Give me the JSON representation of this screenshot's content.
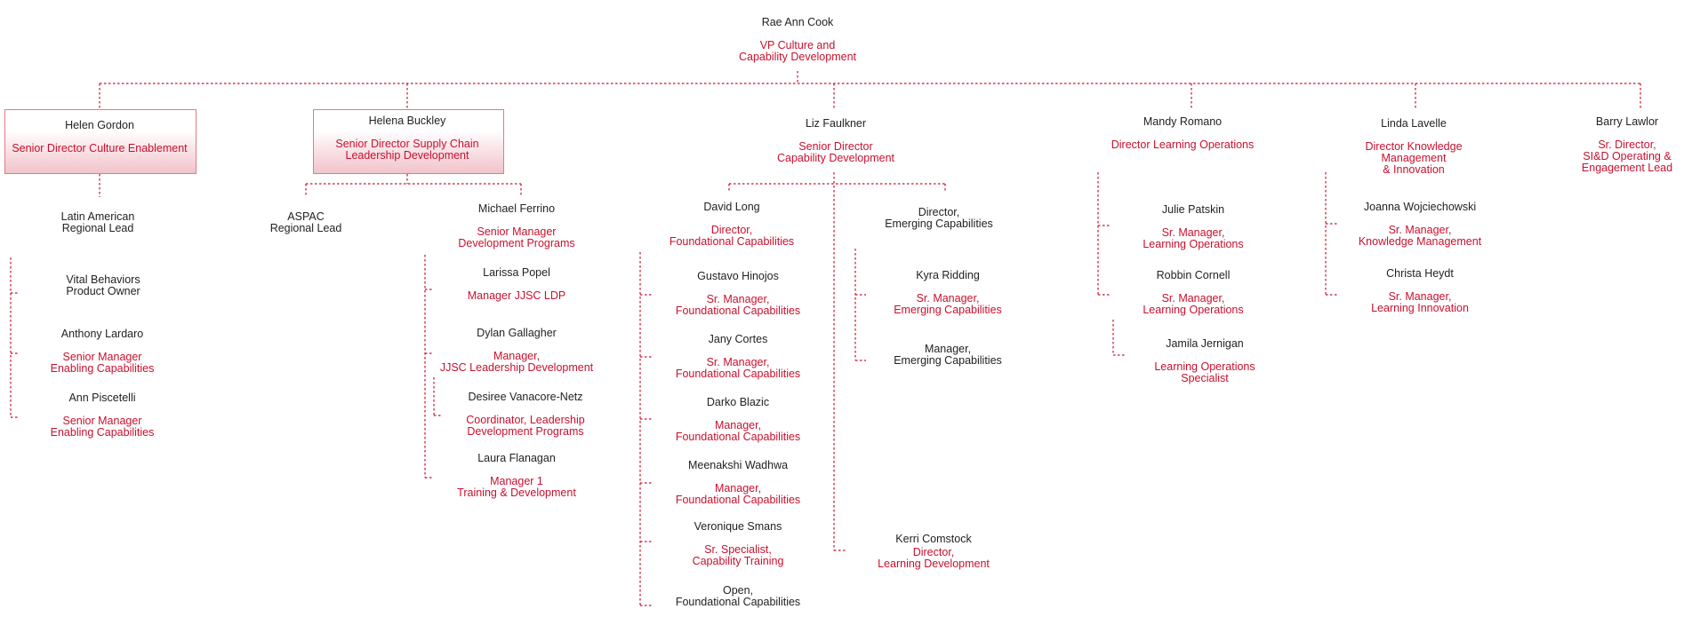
{
  "colors": {
    "accent": "#c8102e",
    "text": "#222222",
    "box_border": "#e27a8a",
    "box_fill": "#f1c4cb"
  },
  "root": {
    "name": "Rae Ann Cook",
    "title": "VP Culture and\nCapability Development"
  },
  "directs": {
    "gordon": {
      "name": "Helen Gordon",
      "title": "Senior Director Culture Enablement"
    },
    "buckley": {
      "name": "Helena Buckley",
      "title": "Senior Director Supply Chain\nLeadership Development"
    },
    "faulkner": {
      "name": "Liz Faulkner",
      "title": "Senior Director\nCapability Development"
    },
    "romano": {
      "name": "Mandy Romano",
      "title": "Director Learning Operations"
    },
    "lavelle": {
      "name": "Linda Lavelle",
      "title": "Director Knowledge\nManagement\n& Innovation"
    },
    "lawlor": {
      "name": "Barry Lawlor",
      "title": "Sr. Director,\nSI&D Operating &\nEngagement Lead"
    }
  },
  "gordon_team": {
    "latam": {
      "name": "Latin American\nRegional Lead"
    },
    "vital": {
      "name": "Vital Behaviors\nProduct Owner"
    },
    "lardaro": {
      "name": "Anthony Lardaro",
      "title": "Senior Manager\nEnabling Capabilities"
    },
    "piscetelli": {
      "name": "Ann Piscetelli",
      "title": "Senior Manager\nEnabling Capabilities"
    }
  },
  "buckley_team": {
    "aspac": {
      "name": "ASPAC\nRegional Lead"
    },
    "ferrino": {
      "name": "Michael Ferrino",
      "title": "Senior Manager\nDevelopment Programs"
    },
    "popel": {
      "name": "Larissa Popel",
      "title": "Manager JJSC LDP"
    },
    "gallagher": {
      "name": "Dylan Gallagher",
      "title": "Manager,\nJJSC Leadership Development"
    },
    "vanacore": {
      "name": "Desiree Vanacore-Netz",
      "title": "Coordinator, Leadership\nDevelopment Programs"
    },
    "flanagan": {
      "name": "Laura Flanagan",
      "title": "Manager 1\nTraining & Development"
    }
  },
  "faulkner_team": {
    "long": {
      "name": "David Long",
      "title": "Director,\nFoundational Capabilities"
    },
    "hinojos": {
      "name": "Gustavo Hinojos",
      "title": "Sr. Manager,\nFoundational Capabilities"
    },
    "cortes": {
      "name": "Jany Cortes",
      "title": "Sr. Manager,\nFoundational Capabilities"
    },
    "blazic": {
      "name": "Darko Blazic",
      "title": "Manager,\nFoundational Capabilities"
    },
    "wadhwa": {
      "name": "Meenakshi Wadhwa",
      "title": "Manager,\nFoundational Capabilities"
    },
    "smans": {
      "name": "Veronique Smans",
      "title": "Sr. Specialist,\nCapability Training"
    },
    "open": {
      "name": "Open,\nFoundational Capabilities"
    },
    "emerging_dir": {
      "name": "Director,\nEmerging Capabilities"
    },
    "ridding": {
      "name": "Kyra Ridding",
      "title": "Sr. Manager,\nEmerging Capabilities"
    },
    "emerging_mgr": {
      "name": "Manager,\nEmerging Capabilities"
    },
    "comstock": {
      "name": "Kerri Comstock",
      "title": "Director,\nLearning Development"
    }
  },
  "romano_team": {
    "patskin": {
      "name": "Julie Patskin",
      "title": "Sr. Manager,\nLearning Operations"
    },
    "cornell": {
      "name": "Robbin Cornell",
      "title": "Sr. Manager,\nLearning Operations"
    },
    "jernigan": {
      "name": "Jamila Jernigan",
      "title": "Learning Operations\nSpecialist"
    }
  },
  "lavelle_team": {
    "wojciechowski": {
      "name": "Joanna Wojciechowski",
      "title": "Sr. Manager,\nKnowledge Management"
    },
    "heydt": {
      "name": "Christa Heydt",
      "title": "Sr. Manager,\nLearning Innovation"
    }
  }
}
